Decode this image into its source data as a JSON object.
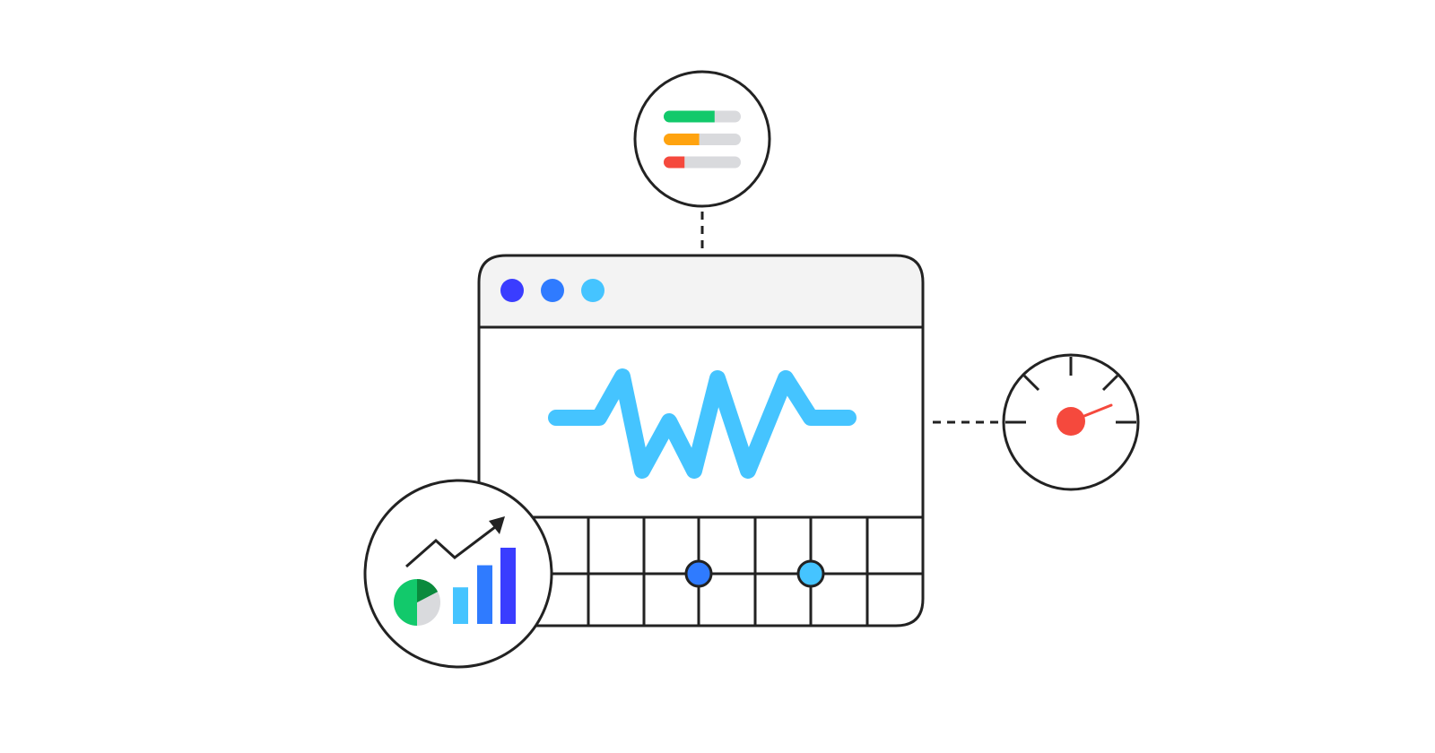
{
  "colors": {
    "stroke": "#222222",
    "header_bg": "#f3f3f3",
    "dot_1": "#3a3dff",
    "dot_2": "#2f7bff",
    "dot_3": "#45c4ff",
    "wave": "#45c4ff",
    "node_1": "#2f7bff",
    "node_2": "#45c4ff",
    "track": "#d9dadd",
    "gauge_needle": "#f5493d",
    "pie_main": "#12c96b",
    "pie_slice": "#0a8a3d",
    "pie_rest": "#d9dadd"
  },
  "status_bars": [
    {
      "color": "#12c96b",
      "level": 0.66
    },
    {
      "color": "#ffa30f",
      "level": 0.46
    },
    {
      "color": "#f5493d",
      "level": 0.27
    }
  ],
  "mini_bars": [
    {
      "color": "#45c4ff",
      "level": 0.48
    },
    {
      "color": "#2f7bff",
      "level": 0.77
    },
    {
      "color": "#3a3dff",
      "level": 1.0
    }
  ],
  "icons": [
    "status-bars-icon",
    "browser-window-icon",
    "waveform-icon",
    "gauge-icon",
    "analytics-chart-icon"
  ]
}
